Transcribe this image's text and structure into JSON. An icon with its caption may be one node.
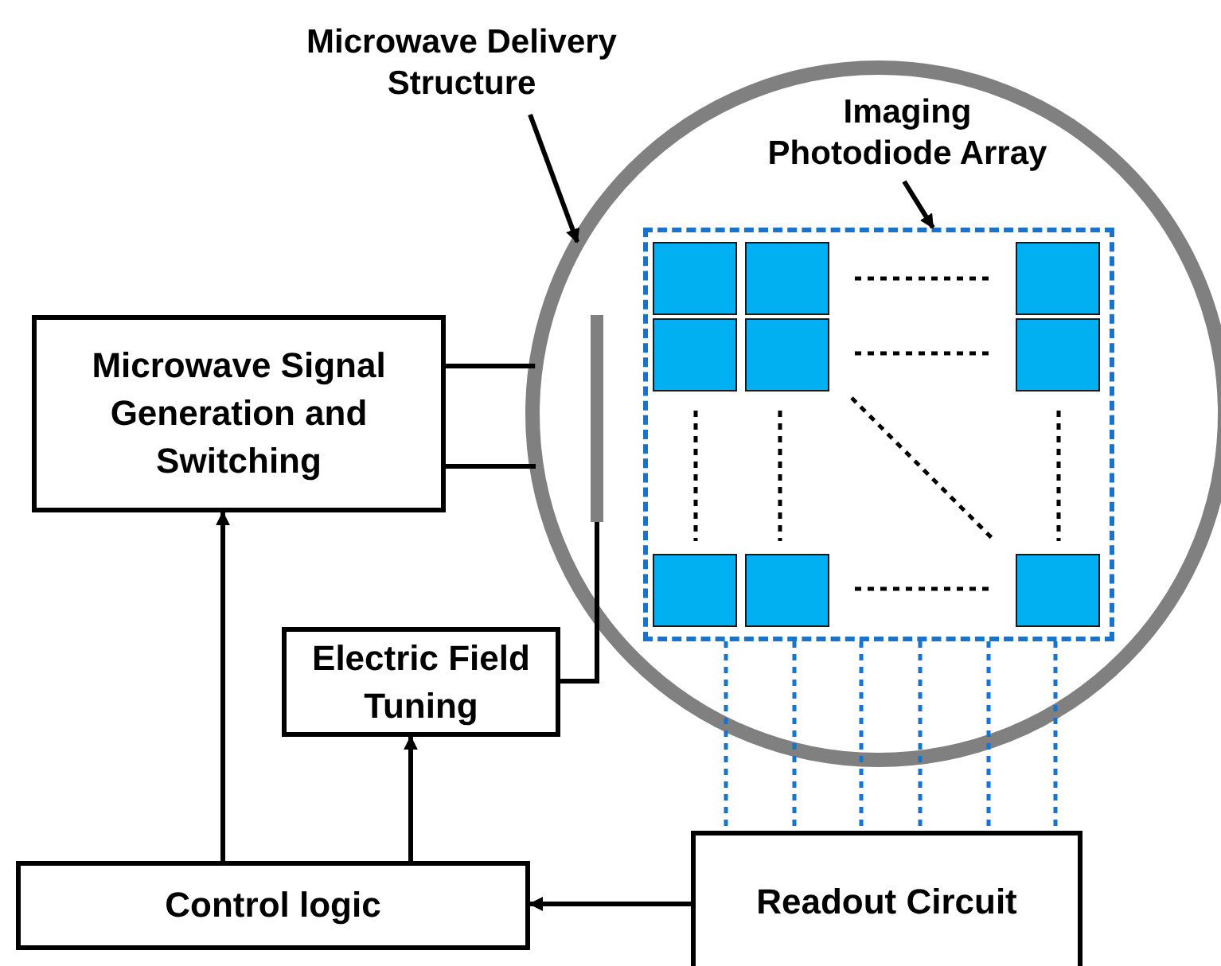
{
  "diagram": {
    "nodes": [
      {
        "text": [
          "Microwave Delivery Structure"
        ]
      },
      {
        "text": [],
        "shape": "circle"
      },
      {
        "text": [
          "Imaging Photodiode Array"
        ],
        "in": 1
      },
      {
        "text": [],
        "shape": "box",
        "in": 1
      },
      {
        "text": [],
        "shape": "box",
        "in": 3
      },
      {
        "text": [],
        "shape": "box",
        "in": 3
      },
      {
        "text": [],
        "shape": "box",
        "in": 3
      },
      {
        "text": [],
        "shape": "box",
        "in": 3
      },
      {
        "text": [],
        "shape": "box",
        "in": 3
      },
      {
        "text": [],
        "shape": "box",
        "in": 3
      },
      {
        "text": [],
        "shape": "box",
        "in": 3
      },
      {
        "text": [],
        "shape": "box",
        "in": 3
      },
      {
        "text": [],
        "shape": "box",
        "in": 3
      },
      {
        "text": [],
        "shape": "bar",
        "in": 1
      },
      {
        "text": [
          "Microwave Signal Generation and Switching"
        ]
      },
      {
        "text": [
          "Electric Field Tuning"
        ]
      },
      {
        "text": [
          "Control logic"
        ]
      },
      {
        "text": [
          "Readout Circuit"
        ]
      }
    ],
    "edges": [
      {
        "from": 0,
        "to": 1,
        "arrow": "to"
      },
      {
        "from": 2,
        "to": 3,
        "arrow": "to"
      },
      {
        "from": 14,
        "to": 1,
        "arrow": "none"
      },
      {
        "from": 14,
        "to": 1,
        "arrow": "none"
      },
      {
        "from": 15,
        "to": 13,
        "arrow": "none"
      },
      {
        "from": 16,
        "to": 14,
        "arrow": "to"
      },
      {
        "from": 16,
        "to": 15,
        "arrow": "to"
      },
      {
        "from": 17,
        "to": 16,
        "arrow": "to"
      },
      {
        "from": 3,
        "to": 17,
        "arrow": "none",
        "style": "dashed",
        "color": "#1a73c8"
      },
      {
        "from": 3,
        "to": 17,
        "arrow": "none",
        "style": "dashed",
        "color": "#1a73c8"
      },
      {
        "from": 3,
        "to": 17,
        "arrow": "none",
        "style": "dashed",
        "color": "#1a73c8"
      },
      {
        "from": 3,
        "to": 17,
        "arrow": "none",
        "style": "dashed",
        "color": "#1a73c8"
      },
      {
        "from": 3,
        "to": 17,
        "arrow": "none",
        "style": "dashed",
        "color": "#1a73c8"
      },
      {
        "from": 3,
        "to": 17,
        "arrow": "none",
        "style": "dashed",
        "color": "#1a73c8"
      }
    ]
  }
}
